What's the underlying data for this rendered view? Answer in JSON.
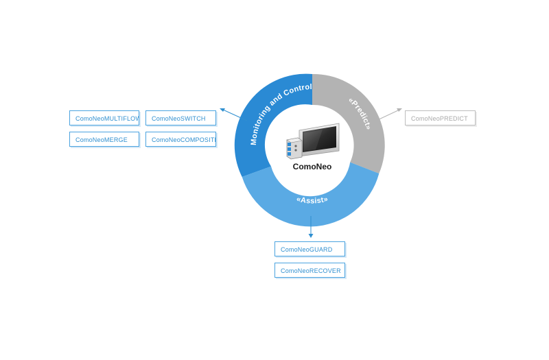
{
  "center": {
    "label": "ComoNeo",
    "device_icon": "device-icon"
  },
  "segments": {
    "monitoring": {
      "label": "«Monitoring and Control»",
      "color": "#2a8ad4"
    },
    "predict": {
      "label": "«Predict»",
      "color": "#b3b3b3"
    },
    "assist": {
      "label": "«Assist»",
      "color": "#5aaae4"
    }
  },
  "monitoring_modules": [
    "ComoNeoMULTIFLOW",
    "ComoNeoSWITCH",
    "ComoNeoMERGE",
    "ComoNeoCOMPOSITE"
  ],
  "predict_modules": [
    "ComoNeoPREDICT"
  ],
  "assist_modules": [
    "ComoNeoGUARD",
    "ComoNeoRECOVER"
  ],
  "colors": {
    "blue": "#2f8fd0",
    "grey": "#b3b3b3",
    "background": "#ffffff"
  }
}
